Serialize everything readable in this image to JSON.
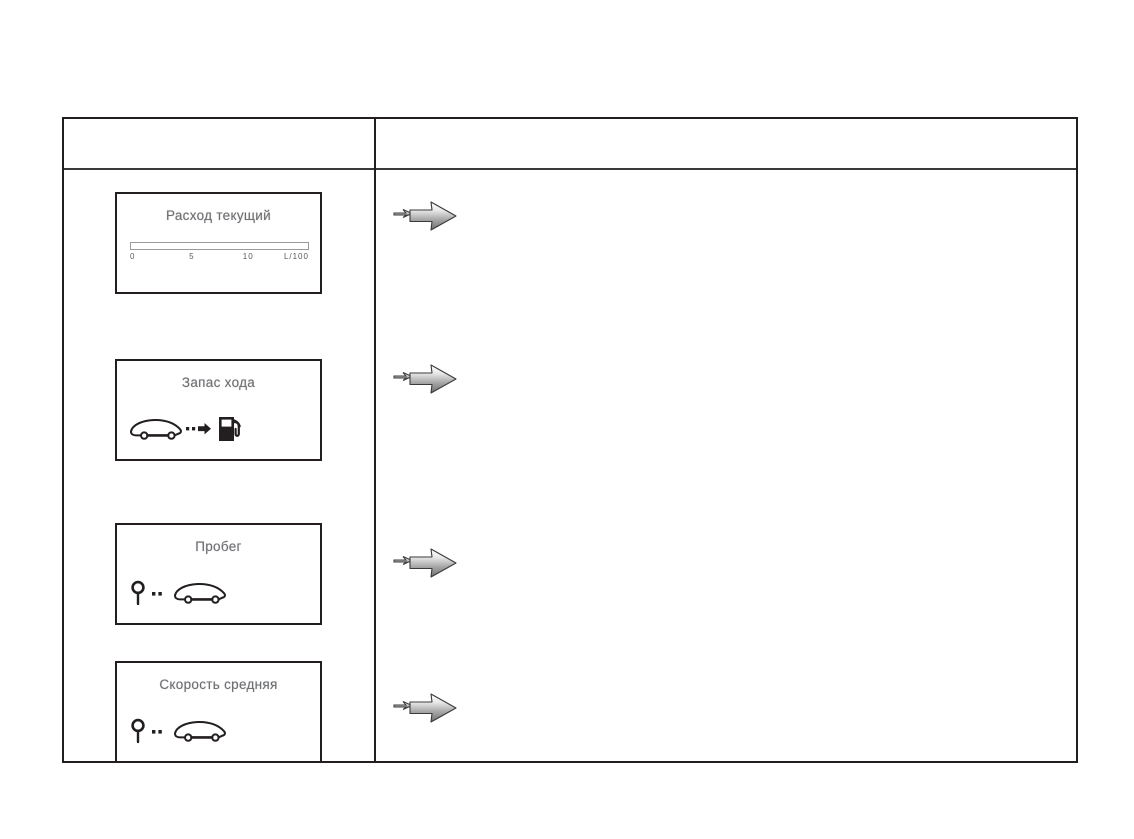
{
  "page": {
    "background": "#ffffff",
    "border_color": "#231f20",
    "lcd_text_color": "#6d6e71",
    "arrow_color_light": "#f2f2f2",
    "arrow_color_dark": "#7b7b7b"
  },
  "table": {
    "header": {
      "left_label": "",
      "right_label": ""
    },
    "rows": [
      {
        "id": "row-consumption",
        "display": {
          "name": "display-current-consumption",
          "title": "Расход текущий",
          "content_type": "scale",
          "scale": {
            "ticks": [
              {
                "label": "0",
                "position_pct": 0
              },
              {
                "label": "5",
                "position_pct": 33
              },
              {
                "label": "10",
                "position_pct": 63
              },
              {
                "label": "L/100",
                "position_pct": 86
              }
            ]
          }
        },
        "arrow": {
          "name": "arrow-right-icon",
          "glyph": "arrow-right"
        },
        "description": ""
      },
      {
        "id": "row-range",
        "display": {
          "name": "display-driving-range",
          "title": "Запас хода",
          "content_type": "icons",
          "icons": [
            "car-icon",
            "dotted-arrow-icon",
            "fuel-pump-icon"
          ]
        },
        "arrow": {
          "name": "arrow-right-icon",
          "glyph": "arrow-right"
        },
        "description": ""
      },
      {
        "id": "row-odometer",
        "display": {
          "name": "display-trip-distance",
          "title": "Пробег",
          "content_type": "icons",
          "icons": [
            "location-pin-icon",
            "dots-icon",
            "car-icon"
          ]
        },
        "arrow": {
          "name": "arrow-right-icon",
          "glyph": "arrow-right"
        },
        "description": ""
      },
      {
        "id": "row-average-speed",
        "display": {
          "name": "display-average-speed",
          "title": "Скорость средняя",
          "content_type": "icons",
          "icons": [
            "location-pin-icon",
            "dots-icon",
            "car-icon"
          ]
        },
        "arrow": {
          "name": "arrow-right-icon",
          "glyph": "arrow-right"
        },
        "description": ""
      }
    ]
  }
}
